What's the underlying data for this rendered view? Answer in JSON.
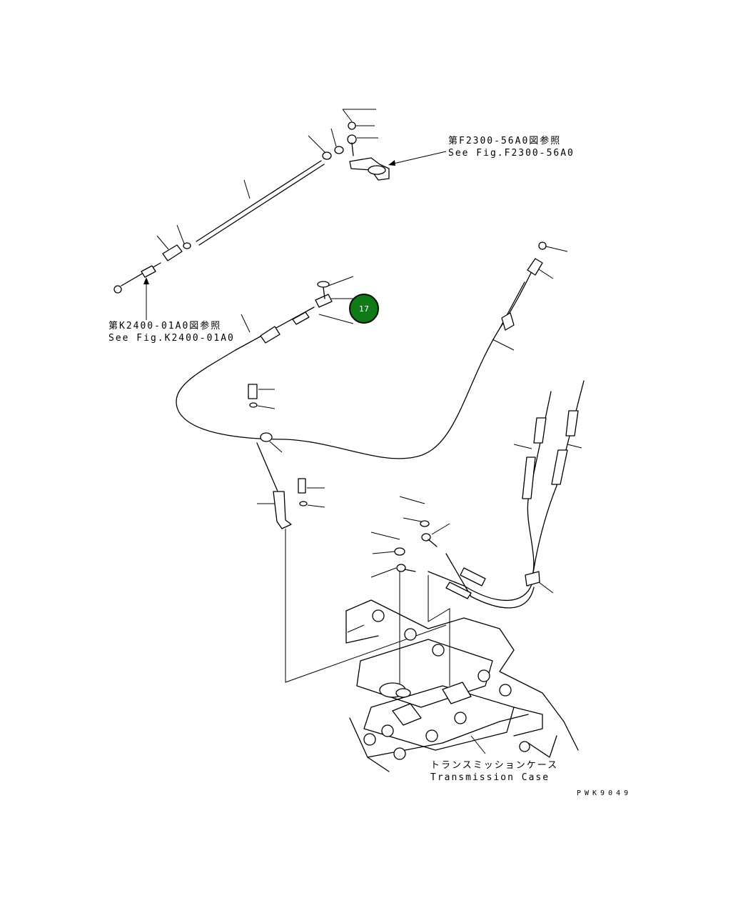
{
  "labels": {
    "ref_f2300_jp": "第F2300-56A0図参照",
    "ref_f2300_en": "See Fig.F2300-56A0",
    "ref_k2400_jp": "第K2400-01A0図参照",
    "ref_k2400_en": "See Fig.K2400-01A0",
    "transmission_jp": "トランスミッションケース",
    "transmission_en": "Transmission Case"
  },
  "callout": {
    "number": "17",
    "color": "#0f7a16"
  },
  "drawing_code": "PWK9049"
}
